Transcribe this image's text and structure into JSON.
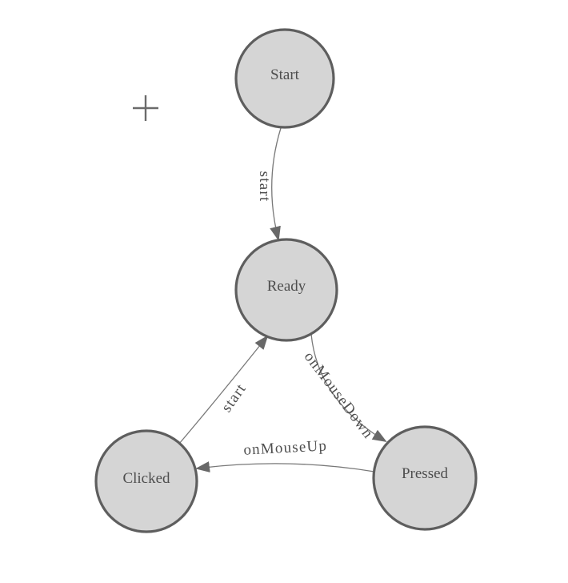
{
  "diagram": {
    "type": "state-machine",
    "nodes": [
      {
        "id": "start",
        "label": "Start"
      },
      {
        "id": "ready",
        "label": "Ready"
      },
      {
        "id": "clicked",
        "label": "Clicked"
      },
      {
        "id": "pressed",
        "label": "Pressed"
      }
    ],
    "edges": [
      {
        "from": "Start",
        "to": "Ready",
        "label": "start"
      },
      {
        "from": "Clicked",
        "to": "Ready",
        "label": "start"
      },
      {
        "from": "Ready",
        "to": "Pressed",
        "label": "onMouseDown"
      },
      {
        "from": "Pressed",
        "to": "Clicked",
        "label": "onMouseUp"
      }
    ],
    "colors": {
      "node_fill": "#d5d5d5",
      "node_stroke": "#5e5e5e",
      "edge_stroke": "#787878",
      "arrow_fill": "#686868",
      "label_text": "#4e4e4e",
      "crosshair": "#6b6b6b",
      "background": "#ffffff"
    },
    "icons": [
      {
        "name": "crosshair-icon",
        "glyph": "+"
      }
    ]
  }
}
